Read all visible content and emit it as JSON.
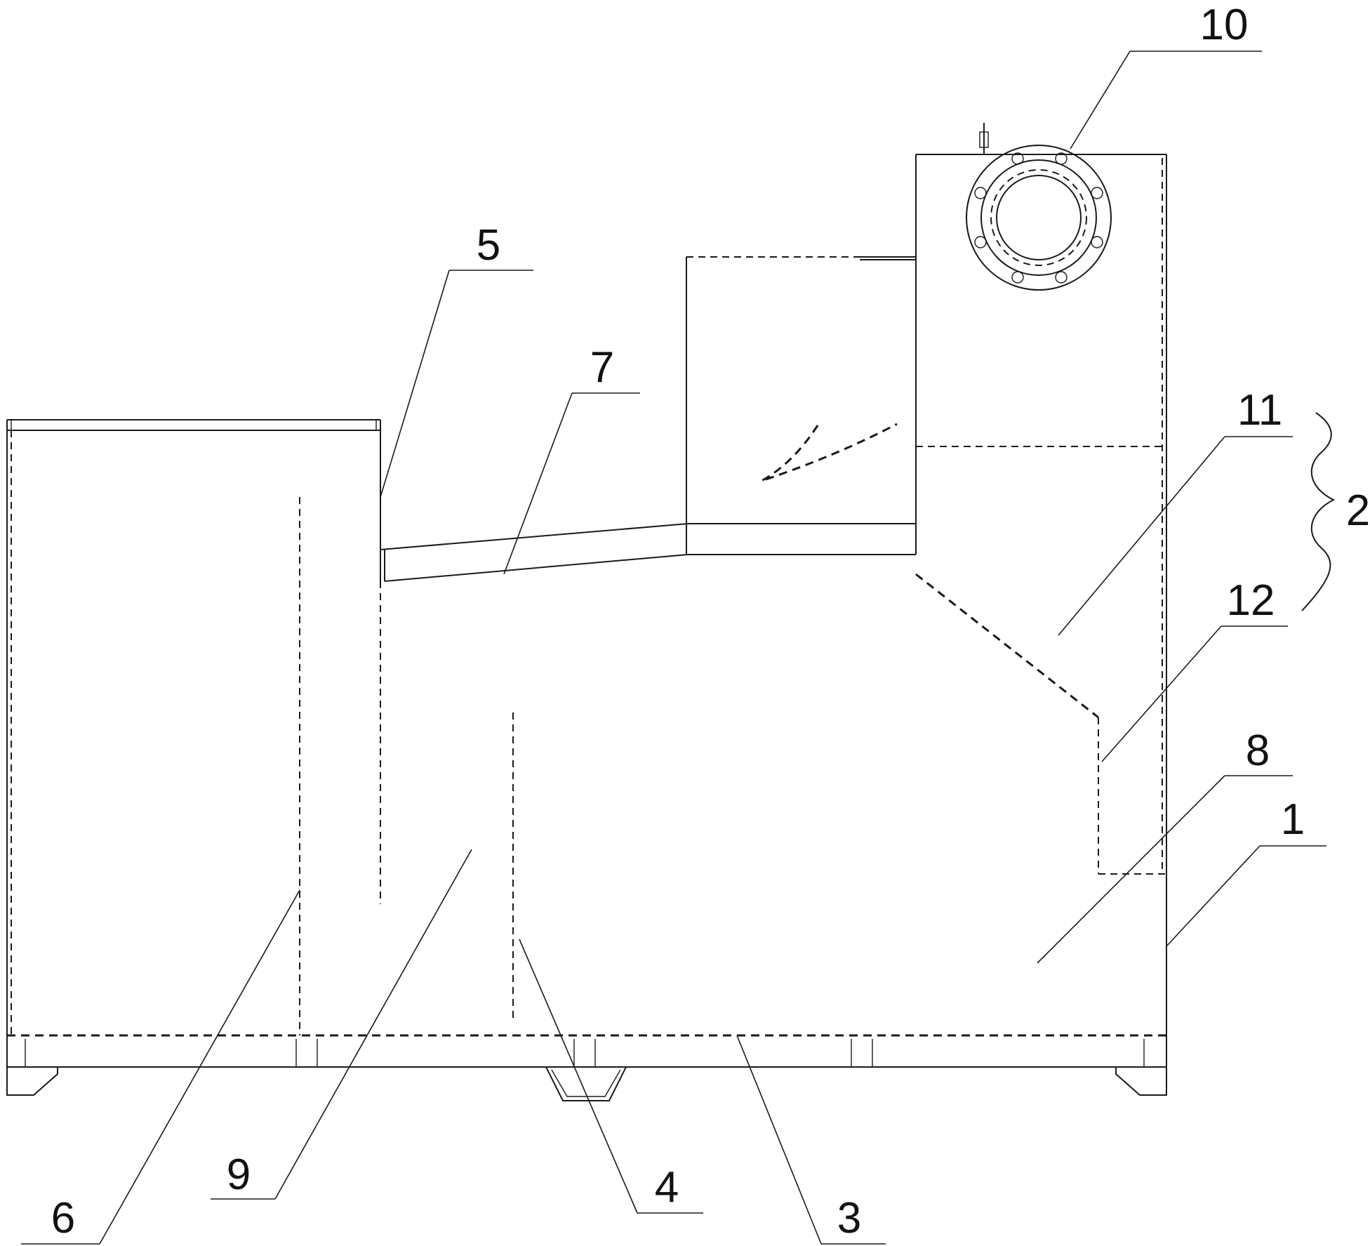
{
  "diagram": {
    "labels": [
      {
        "id": "label-1",
        "text": "1"
      },
      {
        "id": "label-2",
        "text": "2"
      },
      {
        "id": "label-3",
        "text": "3"
      },
      {
        "id": "label-4",
        "text": "4"
      },
      {
        "id": "label-5",
        "text": "5"
      },
      {
        "id": "label-6",
        "text": "6"
      },
      {
        "id": "label-7",
        "text": "7"
      },
      {
        "id": "label-8",
        "text": "8"
      },
      {
        "id": "label-9",
        "text": "9"
      },
      {
        "id": "label-10",
        "text": "10"
      },
      {
        "id": "label-11",
        "text": "11"
      },
      {
        "id": "label-12",
        "text": "12"
      }
    ]
  }
}
